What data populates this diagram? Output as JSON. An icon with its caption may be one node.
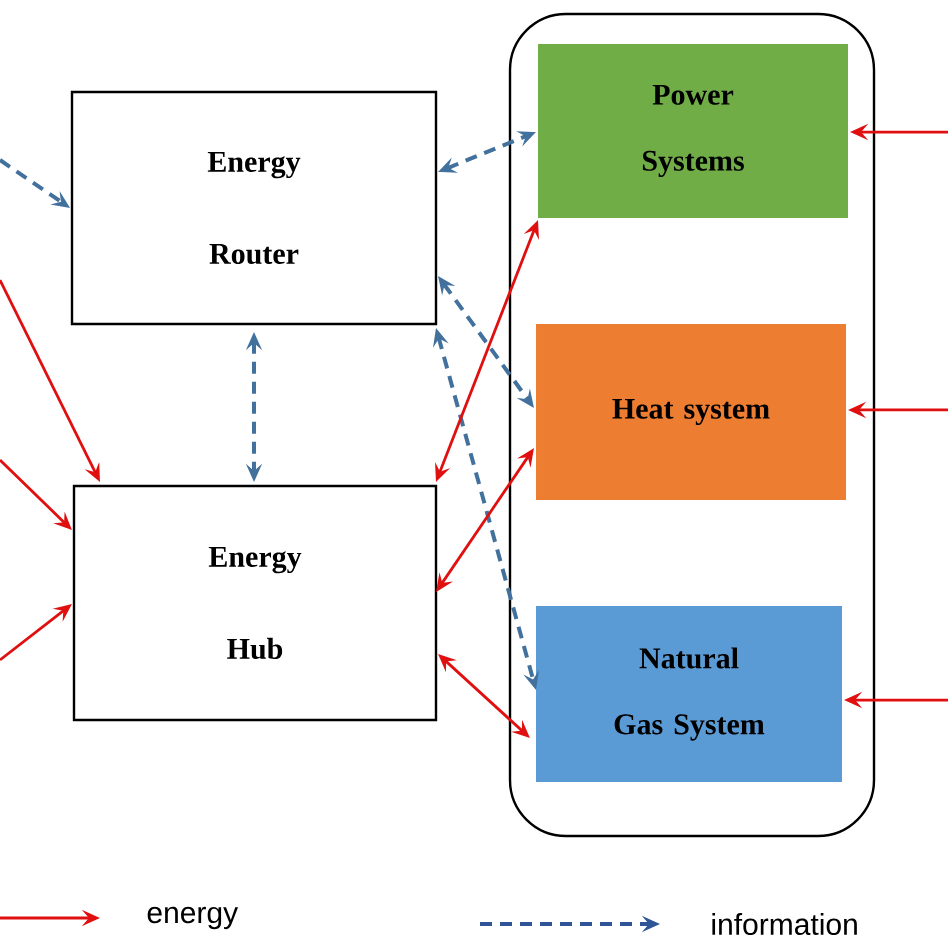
{
  "diagram": {
    "nodes": [
      {
        "text": [
          "Energy Router"
        ]
      },
      {
        "text": [
          "Energy Hub"
        ]
      },
      {
        "text": [],
        "shape": "box"
      },
      {
        "text": [
          "Power Systems"
        ],
        "in": 2
      },
      {
        "text": [
          "Heat system"
        ],
        "in": 2
      },
      {
        "text": [
          "Natural Gas System"
        ],
        "in": 2
      }
    ],
    "edges": [
      {
        "from": null,
        "to": 0,
        "arrow": "to",
        "style": "dashed",
        "color": "#41719c"
      },
      {
        "from": 0,
        "to": 3,
        "arrow": "both",
        "style": "dashed",
        "color": "#41719c"
      },
      {
        "from": 0,
        "to": 1,
        "arrow": "both",
        "style": "dashed",
        "color": "#41719c"
      },
      {
        "from": 0,
        "to": 4,
        "arrow": "both",
        "style": "dashed",
        "color": "#41719c"
      },
      {
        "from": 0,
        "to": 5,
        "arrow": "both",
        "style": "dashed",
        "color": "#41719c"
      },
      {
        "from": null,
        "to": 1,
        "arrow": "to"
      },
      {
        "from": null,
        "to": 1,
        "arrow": "to"
      },
      {
        "from": null,
        "to": 1,
        "arrow": "to"
      },
      {
        "from": 1,
        "to": 3,
        "arrow": "both"
      },
      {
        "from": 1,
        "to": 4,
        "arrow": "both"
      },
      {
        "from": 1,
        "to": 5,
        "arrow": "both"
      },
      {
        "from": null,
        "to": 3,
        "arrow": "to"
      },
      {
        "from": null,
        "to": 4,
        "arrow": "to"
      },
      {
        "from": null,
        "to": 5,
        "arrow": "to"
      }
    ],
    "legend": [
      {
        "text": "energy"
      },
      {
        "text": "information"
      }
    ]
  }
}
